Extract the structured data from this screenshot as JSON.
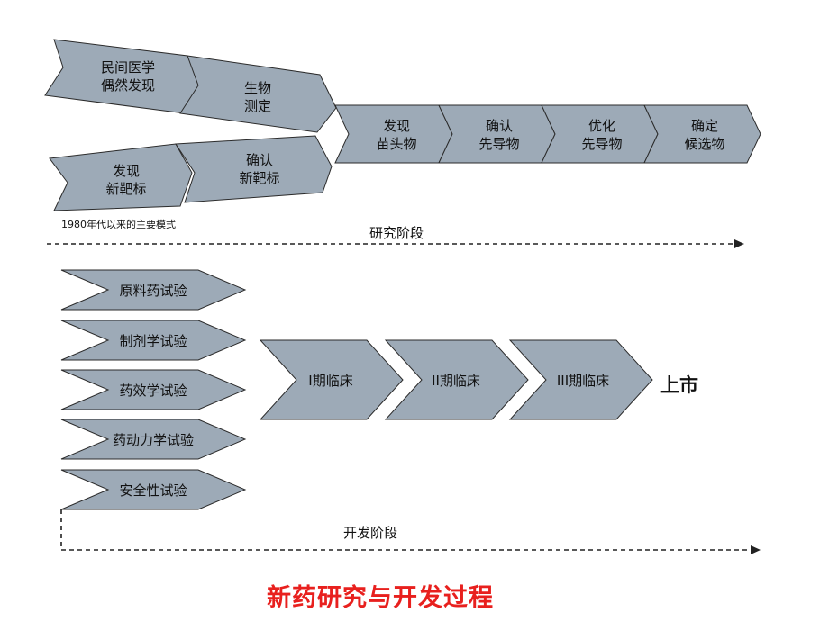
{
  "research": {
    "folk_chain": [
      "民间医学\n偶然发现",
      "生物\n测定"
    ],
    "target_chain": [
      "发现\n新靶标",
      "确认\n新靶标"
    ],
    "main_chain": [
      "发现\n苗头物",
      "确认\n先导物",
      "优化\n先导物",
      "确定\n候选物"
    ],
    "note": "1980年代以来的主要模式",
    "stage_label": "研究阶段"
  },
  "development": {
    "preclinical": [
      "原料药试验",
      "制剂学试验",
      "药效学试验",
      "药动力学试验",
      "安全性试验"
    ],
    "clinical": [
      "I期临床",
      "II期临床",
      "III期临床"
    ],
    "market_label": "上市",
    "stage_label": "开发阶段"
  },
  "title": "新药研究与开发过程",
  "colors": {
    "chevron_fill": "#9daab7",
    "title": "#e8201e"
  }
}
